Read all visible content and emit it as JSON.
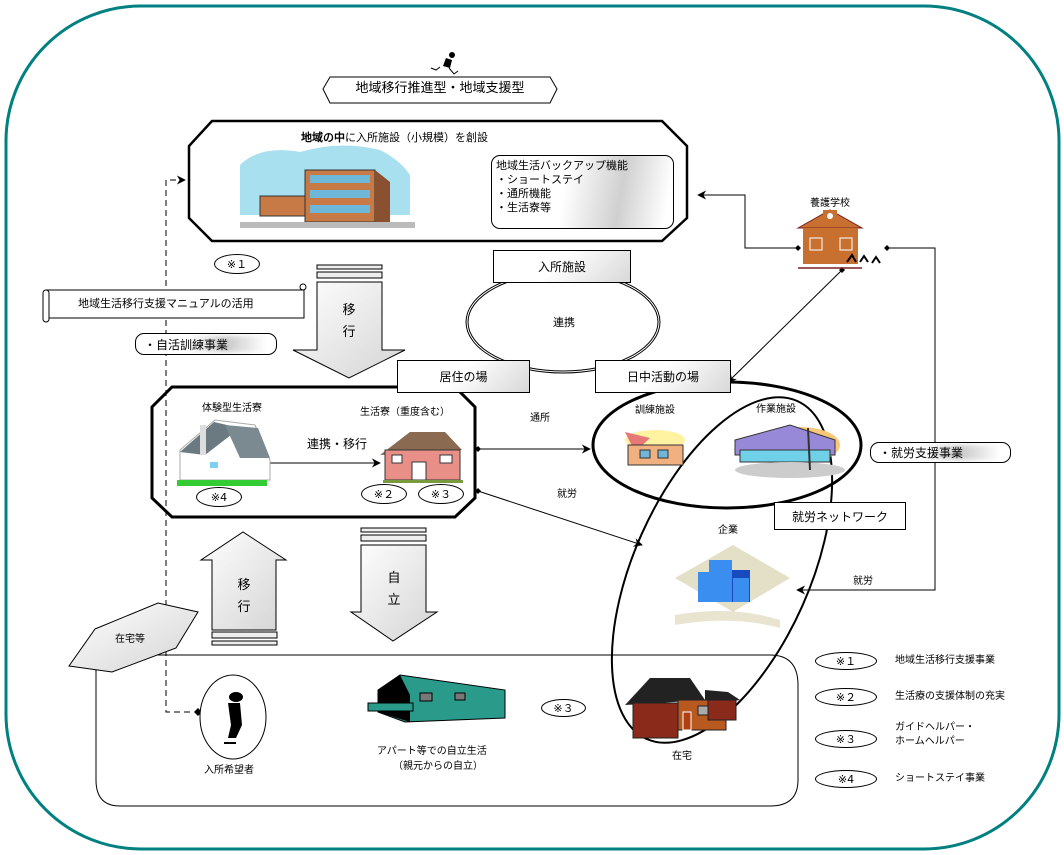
{
  "title": "地域移行推進型・地域支援型",
  "top_facility": {
    "heading_bold": "地域の中",
    "heading_rest": "に入所施設（小規模）を創設",
    "backup": {
      "title": "地域生活バックアップ機能",
      "items": [
        "・ショートステイ",
        "・通所機能",
        "・生活寮等"
      ]
    }
  },
  "note_marks": {
    "m1": "※１",
    "m2": "※２",
    "m3": "※３",
    "m4": "※4"
  },
  "manual_banner": "地域生活移行支援マニュアルの活用",
  "self_training": "・自活訓練事業",
  "arrow_down_top": [
    "移",
    "行"
  ],
  "cooperation_ring": {
    "center": "連携",
    "top": "入所施設",
    "left": "居住の場",
    "right": "日中活動の場"
  },
  "residence_box": {
    "trial_home": "体験型生活寮",
    "group_home": "生活寮（重度含む）",
    "link_label": "連携・移行"
  },
  "commute_label": "通所",
  "employment_label_1": "就労",
  "employment_label_2": "就労",
  "day_activity": {
    "training": "訓練施設",
    "work": "作業施設"
  },
  "school": "養護学校",
  "employment_support": "・就労支援事業",
  "employment_network": "就労ネットワーク",
  "company": "企業",
  "arrow_up": [
    "移",
    "行"
  ],
  "arrow_down_independence": [
    "自",
    "立"
  ],
  "home_etc": "在宅等",
  "applicant": "入所希望者",
  "apartment": [
    "アパート等での自立生活",
    "（親元からの自立）"
  ],
  "home": "在宅",
  "legend": [
    {
      "mark": "※１",
      "text": [
        "地域生活移行支援事業"
      ]
    },
    {
      "mark": "※２",
      "text": [
        "生活療の支援体制の充実"
      ]
    },
    {
      "mark": "※３",
      "text": [
        "ガイドヘルパー・",
        "ホームヘルパー"
      ]
    },
    {
      "mark": "※4",
      "text": [
        "ショートステイ事業"
      ]
    }
  ],
  "colors": {
    "frame": "#008080"
  }
}
